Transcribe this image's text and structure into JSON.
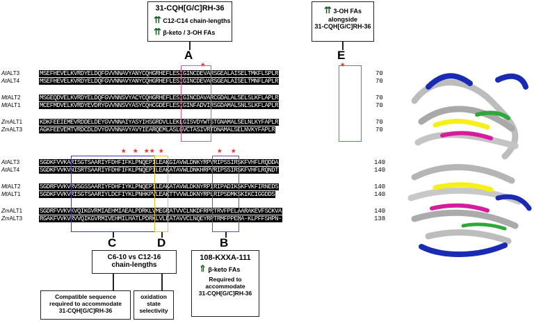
{
  "box_A": {
    "title": "31-CQH[G/C]RH-36",
    "line1": "C12-C14 chain-lengths",
    "line2": "β-keto / 3-OH FAs"
  },
  "box_E": {
    "line1": "3-OH FAs",
    "line2": "alongside",
    "line3": "31-CQH[G/C]RH-36"
  },
  "box_CD": {
    "line1": "C6-10 vs C12-16",
    "line2": "chain-lengths"
  },
  "box_C2": {
    "line1": "Compatible sequence",
    "line2": "required to accommodate",
    "line3": "31-CQH[G/C]RH-36"
  },
  "box_D2": {
    "line1": "oxidation",
    "line2": "state",
    "line3": "selectivity"
  },
  "box_B": {
    "title": "108-KXXA-111",
    "line1": "β-keto FAs",
    "line2": "Required to",
    "line3": "accommodate",
    "line4": "31-CQH[G/C]RH-36"
  },
  "labels": {
    "A": "A",
    "B": "B",
    "C": "C",
    "D": "D",
    "E": "E"
  },
  "star": "*",
  "arrows": "⇈",
  "arrow_single": "⇑",
  "block1": [
    {
      "prefix": "At",
      "name": "ALT3",
      "seq": "MSEFHEVELKVRDYELDQFGVVNNAVYANYCQHGRHEFLESIGINCDEVARSGEALAISELTMKFLSPLR",
      "num": "70"
    },
    {
      "prefix": "At",
      "name": "ALT4",
      "seq": "MSEFHEVELKVRDYELDQFGVVNNAVYANYCQHGRHEFLESIGINCDEVARSGEALAISELTMNFLAPLR",
      "num": "70"
    },
    {
      "prefix": "Mt",
      "name": "ALT2",
      "seq": "MSGEQDVELKVRDYELDQFGVVNNSVYACYCQHGRHEFLESIGINCDAVARCGDALALSELSLKFLAPLR",
      "num": "70"
    },
    {
      "prefix": "Mt",
      "name": "ALT1",
      "seq": "MCEFMDVELKVRDYEVDRYGVVNNSVYASYCQHCGDEFLESIGINFADVIRSGDAMALSNLSLKFLAPLR",
      "num": "70"
    },
    {
      "prefix": "Zm",
      "name": "ALT1",
      "seq": "KDKFEEIEMEVRDDELDEYGVVNNAIYASYIHSGRDVLLEKLGISVDYWTSTGNAMALSELNLKYFAPLR",
      "num": "70"
    },
    {
      "prefix": "Zm",
      "name": "ALT3",
      "seq": "AGKFEEVEMTVRDCDLDVYGVVNNAVYAVYIEARQEMLASLGVCTASIVRTDNAMALSELNVKYFAPLR",
      "num": "70"
    }
  ],
  "block2": [
    {
      "prefix": "At",
      "name": "ALT3",
      "seq": "SGDKFVVKARISGTSAARIYFDHFIFKLPNQEPILEAKGIAVWLDNKYRPVRIPSSIRSKFVHFLRQDDA",
      "num": "140"
    },
    {
      "prefix": "At",
      "name": "ALT4",
      "seq": "SGDKFVVKVNISRTSAARIYFDHFIFKLPNQEPILEAKATAVWLDNKHRPVRIPSSIRSKFVHFLRQNDT",
      "num": "140"
    },
    {
      "prefix": "Mt",
      "name": "ALT2",
      "seq": "SGDRFVVKVRVSGSSAARIYFDHFIYKLPNQEPILEAKATAVWLDKNYRPIRIPADIKSKFVKFIRNEDS",
      "num": "140"
    },
    {
      "prefix": "Mt",
      "name": "ALT1",
      "seq": "SGDKFVVKVRISGTSAARIYLDCFIYKLPNHKPVLEAKTTVVWLDKNYRPLRIPSDMKSKIKCIGGDDS",
      "num": "140"
    },
    {
      "prefix": "Zm",
      "name": "ALT1",
      "seq": "SGDRFVVKVKVQIKGVRMIAEHMIAEALPDRKLVMEGRATVVCLNKDFRPRTRVFPELAARAKEVFSCKVA",
      "num": "140"
    },
    {
      "prefix": "Zm",
      "name": "ALT3",
      "seq": "RGAKFVVKVRVVQIKGVRMIVEHMILHATLPDRKLVLEATAVVCLNQEYRPTRMFPPEMA-KLPFFSHPN-",
      "num": "138"
    }
  ]
}
